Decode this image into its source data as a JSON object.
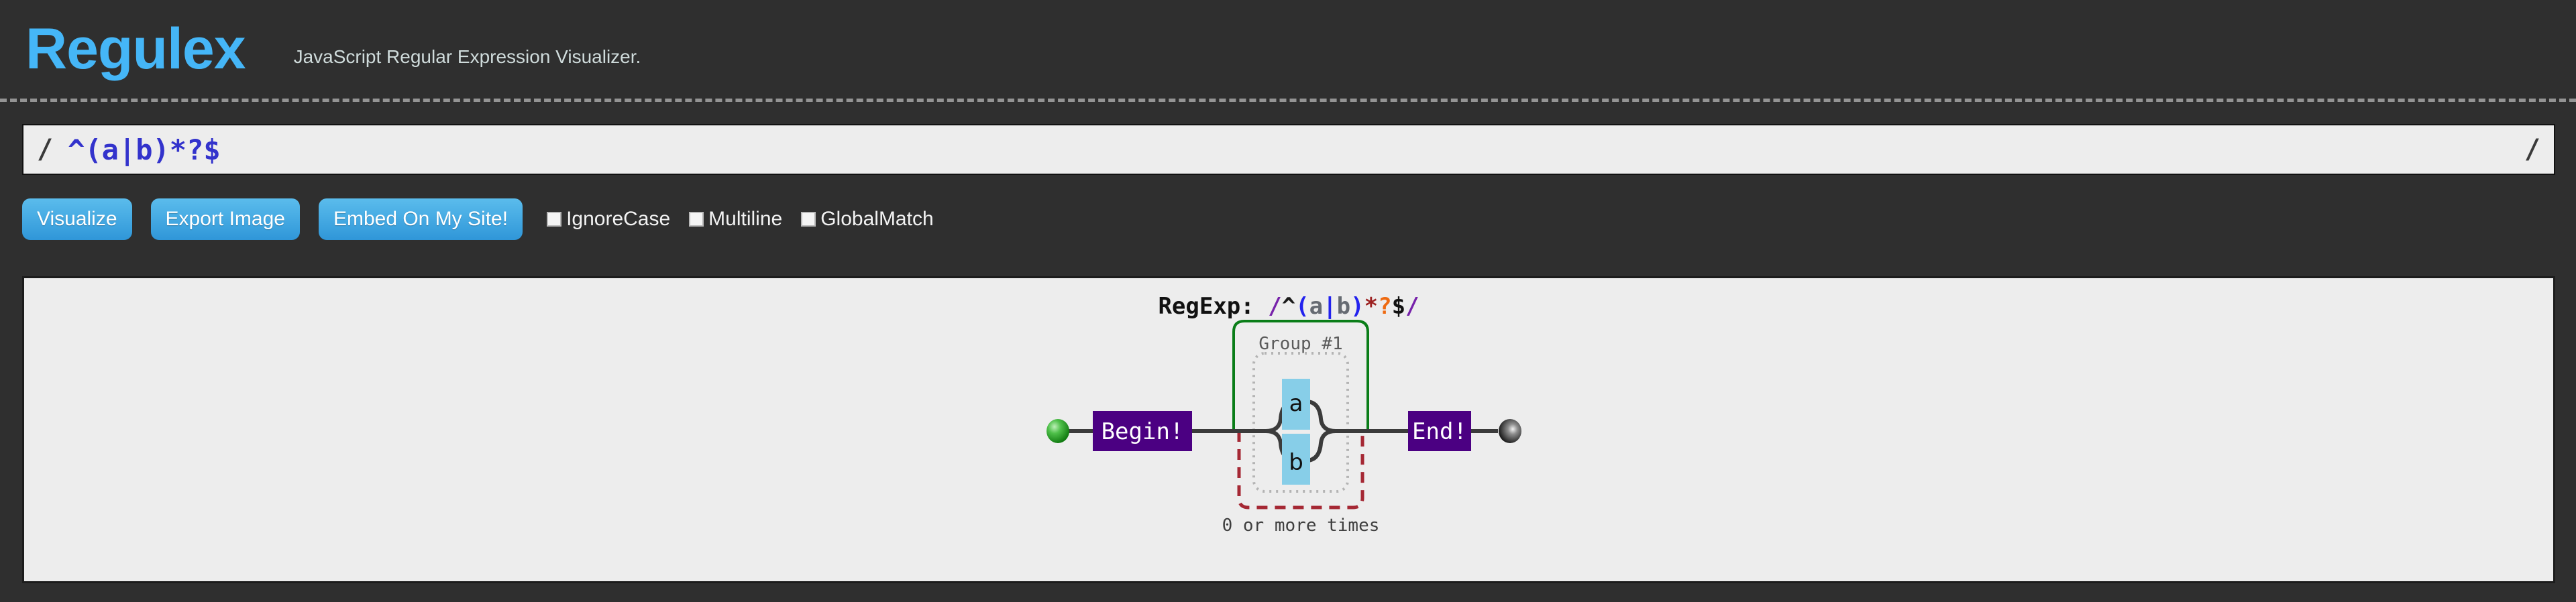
{
  "header": {
    "logo": "Regulex",
    "tagline": "JavaScript Regular Expression Visualizer."
  },
  "regex_bar": {
    "open_delimiter": "/",
    "close_delimiter": "/",
    "value": "^(a|b)*?$",
    "placeholder": ""
  },
  "toolbar": {
    "visualize_label": "Visualize",
    "export_label": "Export Image",
    "embed_label": "Embed On My Site!"
  },
  "flags": [
    {
      "name": "ignorecase",
      "label": "IgnoreCase",
      "checked": false
    },
    {
      "name": "multiline",
      "label": "Multiline",
      "checked": false
    },
    {
      "name": "globalmatch",
      "label": "GlobalMatch",
      "checked": false
    }
  ],
  "diagram": {
    "regexp_label_prefix": "RegExp: ",
    "regexp_tokens": {
      "slash_open": "/",
      "caret": "^",
      "paren_open": "(",
      "char_a": "a",
      "pipe": "|",
      "char_b": "b",
      "paren_close": ")",
      "star": "*",
      "lazy": "?",
      "dollar": "$",
      "slash_close": "/"
    },
    "begin_label": "Begin!",
    "end_label": "End!",
    "group_label": "Group #1",
    "alternatives": [
      "a",
      "b"
    ],
    "quantifier_label": "0 or more times",
    "colors": {
      "node_purple": "#4b0082",
      "charset_blue": "#87cee8",
      "group_green": "#0a7d18",
      "quantifier_red": "#a52834",
      "start_dot_green": "#22a022",
      "end_dot_gray": "#3a3a3a",
      "line_dark": "#3b3b3b",
      "canvas_bg": "#ededed"
    }
  }
}
